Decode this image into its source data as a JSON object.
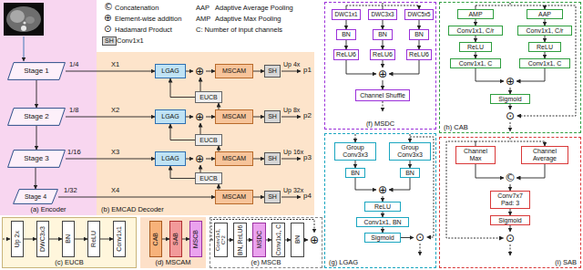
{
  "diagram": {
    "nodes": [
      {
        "text": [
          "(a) Encoder"
        ]
      },
      {
        "text": [
          "Stage 1"
        ],
        "in": 0
      },
      {
        "text": [
          "Stage 2"
        ],
        "in": 0
      },
      {
        "text": [
          "Stage 3"
        ],
        "in": 0
      },
      {
        "text": [
          "Stage 4"
        ],
        "in": 0
      },
      {
        "text": [
          "(b) EMCAD Decoder"
        ]
      },
      {
        "text": [
          "LGAG"
        ],
        "in": 5
      },
      {
        "text": [
          "⊕"
        ],
        "in": 5
      },
      {
        "text": [
          "MSCAM"
        ],
        "in": 5
      },
      {
        "text": [
          "SH"
        ],
        "in": 5
      },
      {
        "text": [
          "EUCB"
        ],
        "in": 5
      },
      {
        "text": [
          "LGAG"
        ],
        "in": 5
      },
      {
        "text": [
          "⊕"
        ],
        "in": 5
      },
      {
        "text": [
          "MSCAM"
        ],
        "in": 5
      },
      {
        "text": [
          "SH"
        ],
        "in": 5
      },
      {
        "text": [
          "EUCB"
        ],
        "in": 5
      },
      {
        "text": [
          "LGAG"
        ],
        "in": 5
      },
      {
        "text": [
          "⊕"
        ],
        "in": 5
      },
      {
        "text": [
          "MSCAM"
        ],
        "in": 5
      },
      {
        "text": [
          "SH"
        ],
        "in": 5
      },
      {
        "text": [
          "EUCB"
        ],
        "in": 5
      },
      {
        "text": [
          "MSCAM"
        ],
        "in": 5
      },
      {
        "text": [
          "SH"
        ],
        "in": 5
      },
      {
        "text": [
          "(c) EUCB"
        ]
      },
      {
        "text": [
          "Up 2x"
        ],
        "in": 23
      },
      {
        "text": [
          "DWC3x3"
        ],
        "in": 23
      },
      {
        "text": [
          "BN"
        ],
        "in": 23
      },
      {
        "text": [
          "ReLU"
        ],
        "in": 23
      },
      {
        "text": [
          "Conv1x1"
        ],
        "in": 23
      },
      {
        "text": [
          "(d) MSCAM"
        ]
      },
      {
        "text": [
          "CAB"
        ],
        "in": 29
      },
      {
        "text": [
          "SAB"
        ],
        "in": 29
      },
      {
        "text": [
          "MSCB"
        ],
        "in": 29
      },
      {
        "text": [
          "(e) MSCB"
        ]
      },
      {
        "text": [
          "Conv1x1, C*2"
        ],
        "in": 33
      },
      {
        "text": [
          "BN, ReLU6"
        ],
        "in": 33
      },
      {
        "text": [
          "MSDC"
        ],
        "in": 33
      },
      {
        "text": [
          "Conv1x1, C"
        ],
        "in": 33
      },
      {
        "text": [
          "BN"
        ],
        "in": 33
      },
      {
        "text": [
          "⊕"
        ],
        "in": 33
      },
      {
        "text": [
          "(f) MSDC"
        ]
      },
      {
        "text": [
          "DWC1x1"
        ],
        "in": 40
      },
      {
        "text": [
          "DWC3x3"
        ],
        "in": 40
      },
      {
        "text": [
          "DWC5x5"
        ],
        "in": 40
      },
      {
        "text": [
          "BN"
        ],
        "in": 40
      },
      {
        "text": [
          "BN"
        ],
        "in": 40
      },
      {
        "text": [
          "BN"
        ],
        "in": 40
      },
      {
        "text": [
          "ReLU6"
        ],
        "in": 40
      },
      {
        "text": [
          "ReLU6"
        ],
        "in": 40
      },
      {
        "text": [
          "ReLU6"
        ],
        "in": 40
      },
      {
        "text": [
          "⊕"
        ],
        "in": 40
      },
      {
        "text": [
          "Channel Shuffle"
        ],
        "in": 40
      },
      {
        "text": [
          "(g) LGAG"
        ]
      },
      {
        "text": [
          "Group Conv3x3"
        ],
        "in": 52
      },
      {
        "text": [
          "Group Conv3x3"
        ],
        "in": 52
      },
      {
        "text": [
          "BN"
        ],
        "in": 52
      },
      {
        "text": [
          "BN"
        ],
        "in": 52
      },
      {
        "text": [
          "⊕"
        ],
        "in": 52
      },
      {
        "text": [
          "ReLU"
        ],
        "in": 52
      },
      {
        "text": [
          "Conv1x1, BN"
        ],
        "in": 52
      },
      {
        "text": [
          "Sigmoid"
        ],
        "in": 52
      },
      {
        "text": [
          "⊙"
        ],
        "in": 52
      },
      {
        "text": [
          "(h) CAB"
        ]
      },
      {
        "text": [
          "AMP"
        ],
        "in": 62
      },
      {
        "text": [
          "AAP"
        ],
        "in": 62
      },
      {
        "text": [
          "Conv1x1, C/r"
        ],
        "in": 62
      },
      {
        "text": [
          "Conv1x1, C/r"
        ],
        "in": 62
      },
      {
        "text": [
          "ReLU"
        ],
        "in": 62
      },
      {
        "text": [
          "ReLU"
        ],
        "in": 62
      },
      {
        "text": [
          "Conv1x1, C"
        ],
        "in": 62
      },
      {
        "text": [
          "Conv1x1, C"
        ],
        "in": 62
      },
      {
        "text": [
          "⊕"
        ],
        "in": 62
      },
      {
        "text": [
          "Sigmoid"
        ],
        "in": 62
      },
      {
        "text": [
          "⊙"
        ],
        "in": 62
      },
      {
        "text": [
          "(i) SAB"
        ]
      },
      {
        "text": [
          "Channel Max"
        ],
        "in": 74
      },
      {
        "text": [
          "Channel Average"
        ],
        "in": 74
      },
      {
        "text": [
          "©"
        ],
        "in": 74
      },
      {
        "text": [
          "Conv7x7 Pad: 3"
        ],
        "in": 74
      },
      {
        "text": [
          "Sigmoid"
        ],
        "in": 74
      },
      {
        "text": [
          "⊙"
        ],
        "in": 74
      }
    ],
    "edges": [
      {
        "from": 1,
        "to": 2,
        "arrow": "to"
      },
      {
        "from": 2,
        "to": 3,
        "arrow": "to"
      },
      {
        "from": 3,
        "to": 4,
        "arrow": "to"
      },
      {
        "from": 1,
        "to": 6,
        "arrow": "to"
      },
      {
        "from": 2,
        "to": 11,
        "arrow": "to"
      },
      {
        "from": 3,
        "to": 16,
        "arrow": "to"
      },
      {
        "from": 4,
        "to": 21,
        "arrow": "to"
      },
      {
        "from": 6,
        "to": 7,
        "arrow": "to"
      },
      {
        "from": 7,
        "to": 8,
        "arrow": "to"
      },
      {
        "from": 8,
        "to": 9,
        "arrow": "to"
      },
      {
        "from": 13,
        "to": 10,
        "arrow": "to"
      },
      {
        "from": 10,
        "to": 7,
        "arrow": "to"
      },
      {
        "from": 10,
        "to": 6,
        "arrow": "to"
      },
      {
        "from": 11,
        "to": 12,
        "arrow": "to"
      },
      {
        "from": 12,
        "to": 13,
        "arrow": "to"
      },
      {
        "from": 13,
        "to": 14,
        "arrow": "to"
      },
      {
        "from": 18,
        "to": 15,
        "arrow": "to"
      },
      {
        "from": 15,
        "to": 12,
        "arrow": "to"
      },
      {
        "from": 15,
        "to": 11,
        "arrow": "to"
      },
      {
        "from": 16,
        "to": 17,
        "arrow": "to"
      },
      {
        "from": 17,
        "to": 18,
        "arrow": "to"
      },
      {
        "from": 18,
        "to": 19,
        "arrow": "to"
      },
      {
        "from": 21,
        "to": 20,
        "arrow": "to"
      },
      {
        "from": 20,
        "to": 17,
        "arrow": "to"
      },
      {
        "from": 20,
        "to": 16,
        "arrow": "to"
      },
      {
        "from": 21,
        "to": 22,
        "arrow": "to"
      },
      {
        "from": 24,
        "to": 25,
        "arrow": "to"
      },
      {
        "from": 25,
        "to": 26,
        "arrow": "to"
      },
      {
        "from": 26,
        "to": 27,
        "arrow": "to"
      },
      {
        "from": 27,
        "to": 28,
        "arrow": "to"
      },
      {
        "from": 30,
        "to": 31,
        "arrow": "to"
      },
      {
        "from": 31,
        "to": 32,
        "arrow": "to"
      },
      {
        "from": 34,
        "to": 35,
        "arrow": "to"
      },
      {
        "from": 35,
        "to": 36,
        "arrow": "to"
      },
      {
        "from": 36,
        "to": 37,
        "arrow": "to"
      },
      {
        "from": 37,
        "to": 38,
        "arrow": "to"
      },
      {
        "from": 38,
        "to": 39,
        "arrow": "to"
      },
      {
        "from": 41,
        "to": 44,
        "arrow": "to"
      },
      {
        "from": 42,
        "to": 45,
        "arrow": "to"
      },
      {
        "from": 43,
        "to": 46,
        "arrow": "to"
      },
      {
        "from": 44,
        "to": 47,
        "arrow": "to"
      },
      {
        "from": 45,
        "to": 48,
        "arrow": "to"
      },
      {
        "from": 46,
        "to": 49,
        "arrow": "to"
      },
      {
        "from": 47,
        "to": 50,
        "arrow": "to"
      },
      {
        "from": 48,
        "to": 50,
        "arrow": "to"
      },
      {
        "from": 49,
        "to": 50,
        "arrow": "to"
      },
      {
        "from": 50,
        "to": 51,
        "arrow": "to"
      },
      {
        "from": 53,
        "to": 55,
        "arrow": "to"
      },
      {
        "from": 54,
        "to": 56,
        "arrow": "to"
      },
      {
        "from": 55,
        "to": 57,
        "arrow": "to"
      },
      {
        "from": 56,
        "to": 57,
        "arrow": "to"
      },
      {
        "from": 57,
        "to": 58,
        "arrow": "to"
      },
      {
        "from": 58,
        "to": 59,
        "arrow": "to"
      },
      {
        "from": 59,
        "to": 60,
        "arrow": "to"
      },
      {
        "from": 60,
        "to": 61,
        "arrow": "to"
      },
      {
        "from": 63,
        "to": 65,
        "arrow": "to"
      },
      {
        "from": 64,
        "to": 66,
        "arrow": "to"
      },
      {
        "from": 65,
        "to": 67,
        "arrow": "to"
      },
      {
        "from": 66,
        "to": 68,
        "arrow": "to"
      },
      {
        "from": 67,
        "to": 69,
        "arrow": "to"
      },
      {
        "from": 68,
        "to": 70,
        "arrow": "to"
      },
      {
        "from": 69,
        "to": 71,
        "arrow": "to"
      },
      {
        "from": 70,
        "to": 71,
        "arrow": "to"
      },
      {
        "from": 71,
        "to": 72,
        "arrow": "to"
      },
      {
        "from": 72,
        "to": 73,
        "arrow": "to"
      },
      {
        "from": 75,
        "to": 77,
        "arrow": "to"
      },
      {
        "from": 76,
        "to": 77,
        "arrow": "to"
      },
      {
        "from": 77,
        "to": 78,
        "arrow": "to"
      },
      {
        "from": 78,
        "to": 79,
        "arrow": "to"
      },
      {
        "from": 79,
        "to": 80,
        "arrow": "to"
      }
    ],
    "labels": [
      "1/4",
      "X1",
      "1/8",
      "X2",
      "1/16",
      "X3",
      "1/32",
      "X4",
      "Up 4x",
      "p1",
      "Up 8x",
      "p2",
      "Up 16x",
      "p3",
      "Up 32x",
      "p4",
      "©",
      "⊕",
      "⊙",
      "SH",
      "AAP",
      "Adaptive Average Pooling",
      "AMP",
      "Adaptive Max Pooling",
      "C: Number of input channels"
    ],
    "legend": [
      {
        "text": "Concatenation"
      },
      {
        "text": "Element-wise addition"
      },
      {
        "text": "Hadamard Product"
      },
      {
        "text": "Conv1x1"
      }
    ]
  }
}
